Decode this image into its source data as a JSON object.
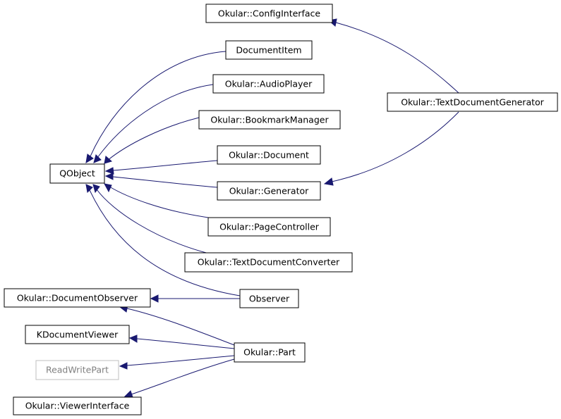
{
  "nodes": {
    "config_interface": "Okular::ConfigInterface",
    "text_document_generator": "Okular::TextDocumentGenerator",
    "document_item": "DocumentItem",
    "audio_player": "Okular::AudioPlayer",
    "bookmark_manager": "Okular::BookmarkManager",
    "qobject": "QObject",
    "document": "Okular::Document",
    "generator": "Okular::Generator",
    "page_controller": "Okular::PageController",
    "text_document_converter": "Okular::TextDocumentConverter",
    "document_observer": "Okular::DocumentObserver",
    "observer": "Observer",
    "kdocument_viewer": "KDocumentViewer",
    "part": "Okular::Part",
    "read_write_part": "ReadWritePart",
    "viewer_interface": "Okular::ViewerInterface"
  },
  "colors": {
    "edge": "#191970",
    "node_border": "#000000",
    "external_node_border": "#bfbfbf",
    "external_node_text": "#808080"
  }
}
